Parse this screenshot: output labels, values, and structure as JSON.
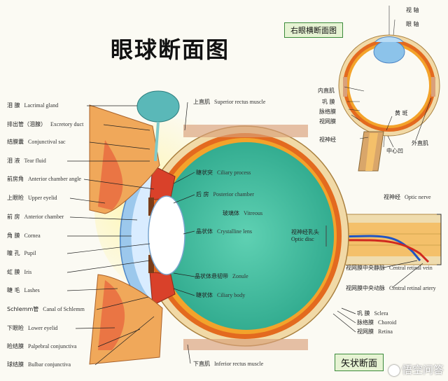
{
  "title": "眼球断面图",
  "box_right_eye": "右眼横断面图",
  "box_sagittal": "矢状断面",
  "watermark": "悟空问答",
  "left_labels": [
    {
      "zh": "泪 腺",
      "en": "Lacrimal gland"
    },
    {
      "zh": "排出管（泪腺）",
      "en": "Excretory duct"
    },
    {
      "zh": "结膜囊",
      "en": "Conjunctival sac"
    },
    {
      "zh": "泪 液",
      "en": "Tear fluid"
    },
    {
      "zh": "前房角",
      "en": "Anterior chamber angle"
    },
    {
      "zh": "上眼睑",
      "en": "Upper eyelid"
    },
    {
      "zh": "前 房",
      "en": "Anterior chamber"
    },
    {
      "zh": "角 膜",
      "en": "Cornea"
    },
    {
      "zh": "瞳 孔",
      "en": "Pupil"
    },
    {
      "zh": "虹 膜",
      "en": "Iris"
    },
    {
      "zh": "睫 毛",
      "en": "Lashes"
    },
    {
      "zh": "Schlemm管",
      "en": "Canal of Schlemm"
    },
    {
      "zh": "下眼睑",
      "en": "Lower eyelid"
    },
    {
      "zh": "睑结膜",
      "en": "Palpebral conjunctiva"
    },
    {
      "zh": "球结膜",
      "en": "Bulbar conjunctiva"
    }
  ],
  "center_labels": [
    {
      "zh": "上直肌",
      "en": "Superior rectus muscle"
    },
    {
      "zh": "睫状突",
      "en": "Ciliary process"
    },
    {
      "zh": "后 房",
      "en": "Posterior chamber"
    },
    {
      "zh": "玻璃体",
      "en": "Vitreous"
    },
    {
      "zh": "晶状体",
      "en": "Crystalline lens"
    },
    {
      "zh": "晶状体悬韧带",
      "en": "Zonule"
    },
    {
      "zh": "睫状体",
      "en": "Ciliary body"
    },
    {
      "zh": "下直肌",
      "en": "Inferior rectus muscle"
    }
  ],
  "optic_disc": {
    "zh": "视神经乳头",
    "en": "Optic disc"
  },
  "right_labels": [
    {
      "zh": "视神经",
      "en": "Optic nerve"
    },
    {
      "zh": "视网膜中央静脉",
      "en": "Central retinal vein"
    },
    {
      "zh": "视网膜中央动脉",
      "en": "Central retinal artery"
    },
    {
      "zh": "巩 膜",
      "en": "Sclera"
    },
    {
      "zh": "脉络膜",
      "en": "Choroid"
    },
    {
      "zh": "视网膜",
      "en": "Retina"
    }
  ],
  "inset_labels": {
    "visual_axis": "视 轴",
    "optic_axis": "眼 轴",
    "medial_rectus": "内直肌",
    "sclera": "巩 膜",
    "choroid": "脉络膜",
    "retina": "视网膜",
    "optic_nerve": "视神经",
    "macula": "黄 斑",
    "fovea": "中心凹",
    "lateral_rectus": "外直肌"
  },
  "colors": {
    "vitreous": "#3dbf9f",
    "sclera": "#f1d9a6",
    "choroid": "#e36a1f",
    "retina": "#f3a32b",
    "lacrimal": "#5ab8b8",
    "cornea": "#9cc8ec",
    "box_border": "#3c8b3a"
  }
}
